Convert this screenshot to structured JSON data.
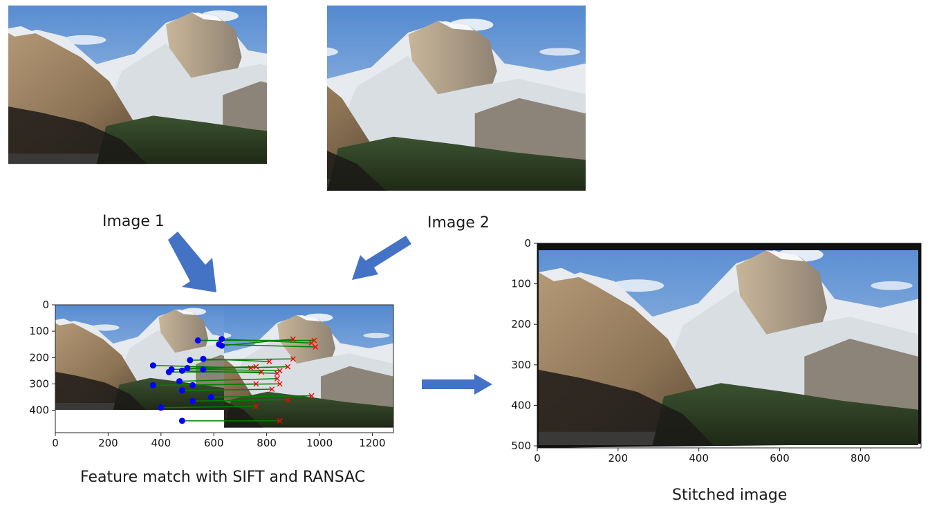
{
  "image1": {
    "caption": "Image 1"
  },
  "image2": {
    "caption": "Image 2"
  },
  "match_plot": {
    "caption": "Feature match with SIFT and RANSAC",
    "x_ticks": [
      "0",
      "200",
      "400",
      "600",
      "800",
      "1000",
      "1200"
    ],
    "y_ticks": [
      "0",
      "100",
      "200",
      "300",
      "400"
    ]
  },
  "stitched_plot": {
    "caption": "Stitched image",
    "x_ticks": [
      "0",
      "200",
      "400",
      "600",
      "800"
    ],
    "y_ticks": [
      "0",
      "100",
      "200",
      "300",
      "400",
      "500"
    ]
  },
  "colors": {
    "arrow": "#4472c4",
    "keypoint": "#0000ff",
    "match_line": "#008000",
    "match_marker": "#ff0000"
  }
}
